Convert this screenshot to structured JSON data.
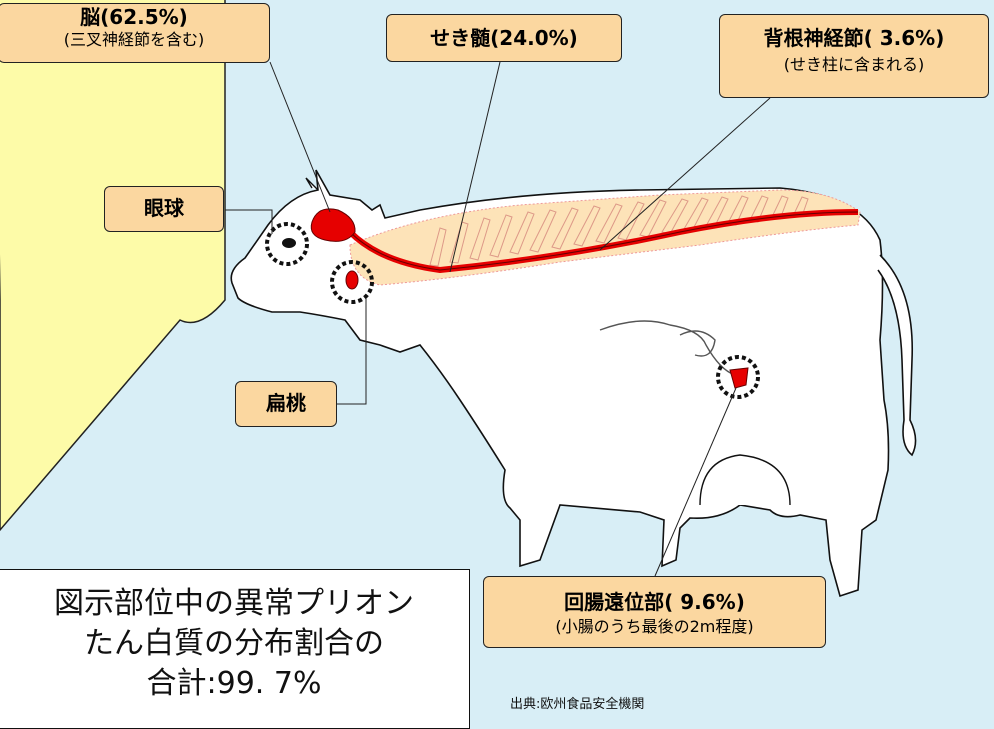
{
  "colors": {
    "background": "#d8eef6",
    "label_fill": "#fbd7a0",
    "bubble_fill": "#fdfba8",
    "tissue_red": "#e60000",
    "spine_fill": "#fde3b8"
  },
  "labels": {
    "brain": {
      "title": "脳(62.5%)",
      "sub": "(三叉神経節を含む)"
    },
    "spinal_cord": {
      "title": "せき髄(24.0%)"
    },
    "drg": {
      "title": "背根神経節( 3.6%)",
      "sub": "(せき柱に含まれる)"
    },
    "eye": {
      "title": "眼球"
    },
    "tonsil": {
      "title": "扁桃"
    },
    "ileum": {
      "title": "回腸遠位部( 9.6%)",
      "sub": "(小腸のうち最後の2m程度)"
    }
  },
  "summary": {
    "line1": "図示部位中の異常プリオン",
    "line2": "たん白質の分布割合の",
    "line3": "合計:99. 7%"
  },
  "source": {
    "line1": "出典:欧州食品安全機関"
  }
}
